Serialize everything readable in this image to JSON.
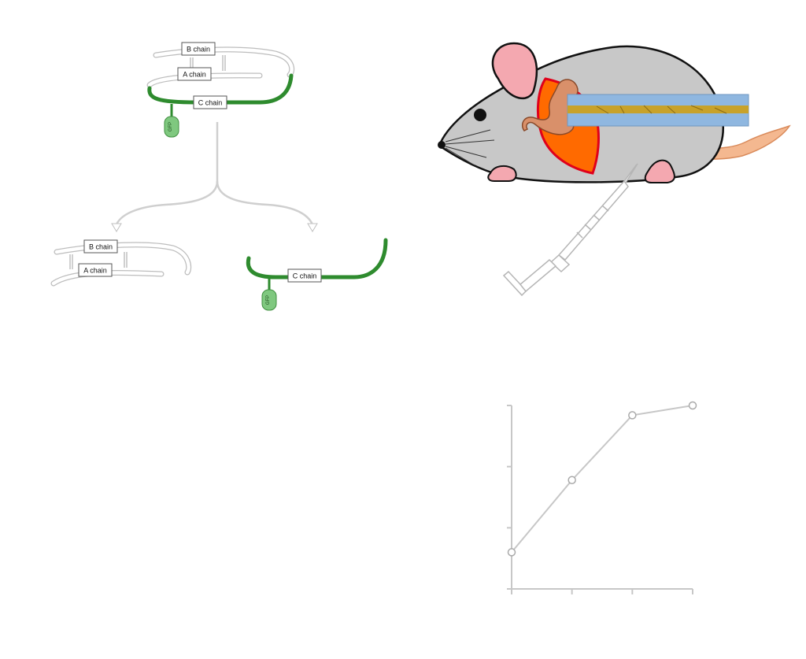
{
  "insulin_diagram": {
    "proinsulin": {
      "b_chain": "B chain",
      "a_chain": "A chain",
      "c_chain": "C chain",
      "gfp": "GFP"
    },
    "products": {
      "b_chain": "B chain",
      "a_chain": "A chain",
      "c_chain": "C chain",
      "gfp": "GFP"
    }
  },
  "mouse_illustration": {
    "colors": {
      "body": "#c8c8c8",
      "ear": "#f4a8b0",
      "pancreas": "#ff6a00",
      "stomach": "#d9906a",
      "tail": "#f4b890",
      "bone_marrow": "#c8a22a",
      "bone_shell": "#8fb7e0"
    },
    "icons": [
      "mouse-icon",
      "syringe-icon",
      "bone-icon",
      "pancreas-icon",
      "stomach-icon"
    ]
  },
  "chart_data": {
    "type": "line",
    "title": "",
    "xlabel": "",
    "ylabel": "",
    "x": [
      0,
      1,
      2,
      3
    ],
    "xlim": [
      0,
      3
    ],
    "ylim": [
      0,
      3
    ],
    "series": [
      {
        "values": [
          0.6,
          1.78,
          2.84,
          3.0
        ]
      }
    ],
    "y_ticks": [
      0,
      1,
      2,
      3
    ],
    "grid": false,
    "line_color": "#c7c7c7"
  }
}
